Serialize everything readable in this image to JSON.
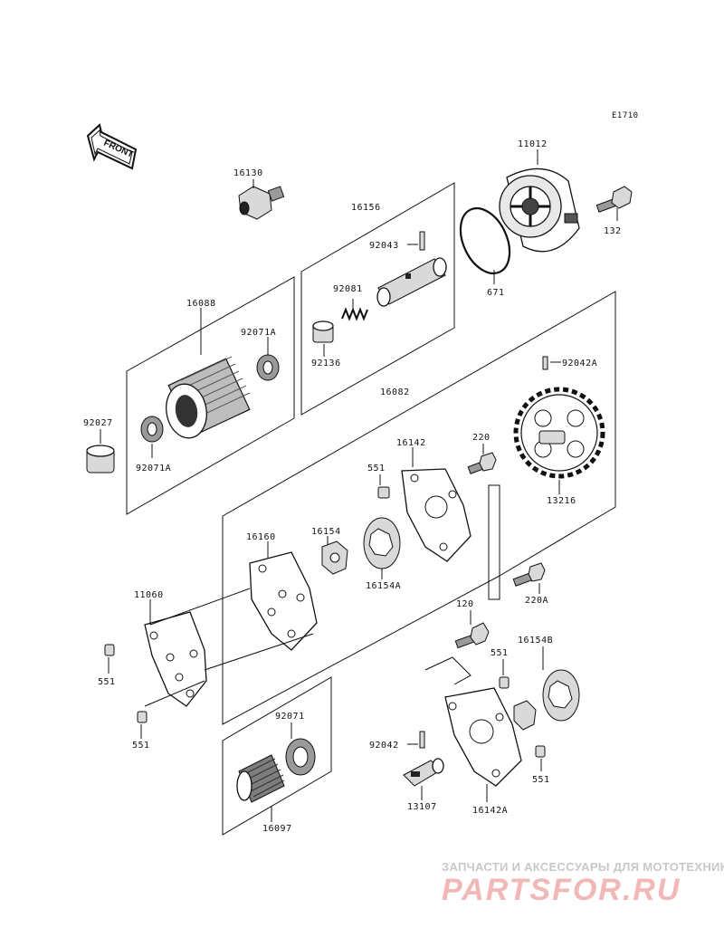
{
  "diagram_code": "E1710",
  "front_label": "FRONT",
  "parts": {
    "p11012": "11012",
    "p16130": "16130",
    "p16156": "16156",
    "p92043": "92043",
    "p132": "132",
    "p671": "671",
    "p92081": "92081",
    "p16088": "16088",
    "p92071A_top": "92071A",
    "p92136": "92136",
    "p92042A": "92042A",
    "p16082": "16082",
    "p92027": "92027",
    "p92071A_bot": "92071A",
    "p16142": "16142",
    "p220": "220",
    "p551_a": "551",
    "p13216": "13216",
    "p16154": "16154",
    "p16160": "16160",
    "p16154A": "16154A",
    "p220A": "220A",
    "p11060": "11060",
    "p120": "120",
    "p16154B": "16154B",
    "p551_b": "551",
    "p551_c": "551",
    "p551_d": "551",
    "p92071": "92071",
    "p92042": "92042",
    "p551_e": "551",
    "p13107": "13107",
    "p16142A": "16142A",
    "p16097": "16097"
  },
  "watermark": {
    "caption": "ЗАПЧАСТИ И АКСЕССУАРЫ ДЛЯ МОТОТЕХНИКИ",
    "logo": "PARTSFOR.RU"
  }
}
